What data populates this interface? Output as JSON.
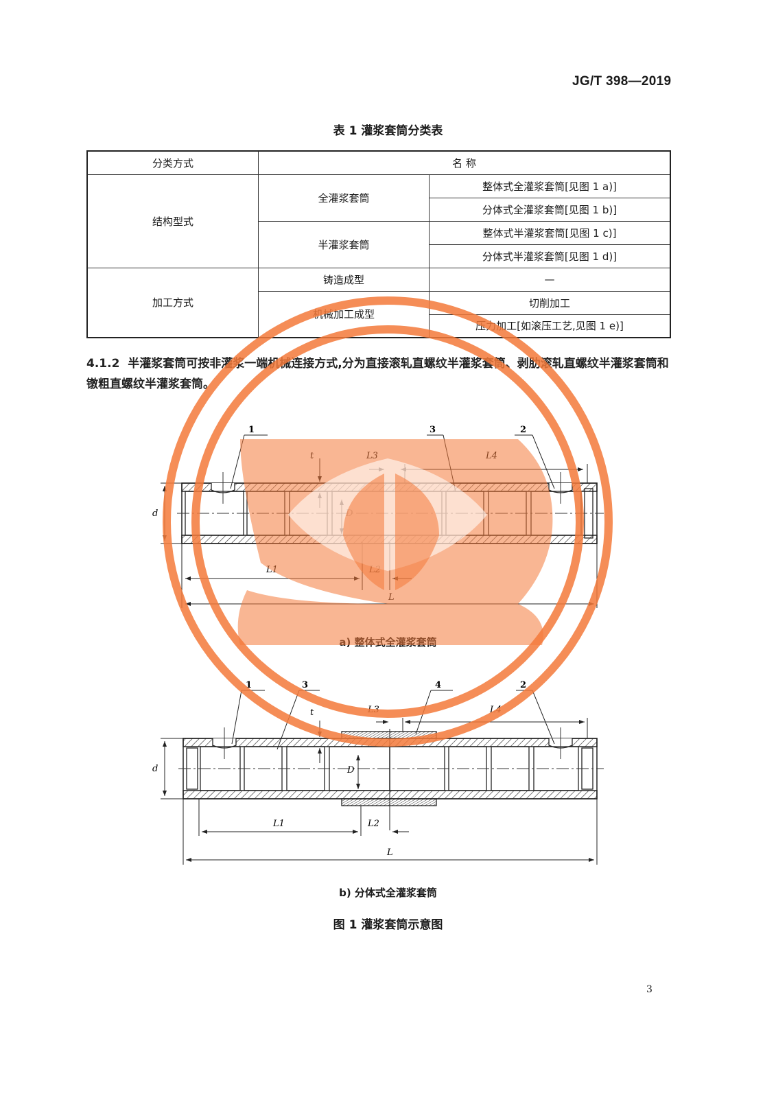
{
  "header": {
    "standard_code": "JG/T 398—2019"
  },
  "table": {
    "title": "表 1   灌浆套筒分类表",
    "headers": {
      "col1": "分类方式",
      "col2": "名  称"
    },
    "groups": [
      {
        "category": "结构型式",
        "subgroups": [
          {
            "name": "全灌浆套筒",
            "items": [
              "整体式全灌浆套筒[见图 1 a)]",
              "分体式全灌浆套筒[见图 1 b)]"
            ]
          },
          {
            "name": "半灌浆套筒",
            "items": [
              "整体式半灌浆套筒[见图 1 c)]",
              "分体式半灌浆套筒[见图 1 d)]"
            ]
          }
        ]
      },
      {
        "category": "加工方式",
        "subgroups": [
          {
            "name": "铸造成型",
            "items": [
              "—"
            ]
          },
          {
            "name": "机械加工成型",
            "items": [
              "切削加工",
              "压力加工[如滚压工艺,见图 1 e)]"
            ]
          }
        ]
      }
    ]
  },
  "paragraph": {
    "number": "4.1.2",
    "text": "半灌浆套筒可按非灌浆一端机械连接方式,分为直接滚轧直螺纹半灌浆套筒、剥肋滚轧直螺纹半灌浆套筒和镦粗直螺纹半灌浆套筒。"
  },
  "figure": {
    "sub_a": {
      "caption": "a)   整体式全灌浆套筒",
      "callouts": [
        "1",
        "3",
        "2"
      ],
      "dims": {
        "t": "t",
        "L3": "L3",
        "L4": "L4",
        "d": "d",
        "D": "D",
        "L1": "L1",
        "L2": "L2",
        "L": "L"
      }
    },
    "sub_b": {
      "caption": "b)   分体式全灌浆套筒",
      "callouts": [
        "1",
        "3",
        "4",
        "2"
      ],
      "dims": {
        "t": "t",
        "L3": "L3",
        "L4": "L4",
        "d": "d",
        "D": "D",
        "L1": "L1",
        "L2": "L2",
        "L": "L"
      }
    },
    "title": "图 1   灌浆套筒示意图"
  },
  "footer": {
    "page_number": "3"
  },
  "watermark": {
    "color": "#f47a3a"
  }
}
